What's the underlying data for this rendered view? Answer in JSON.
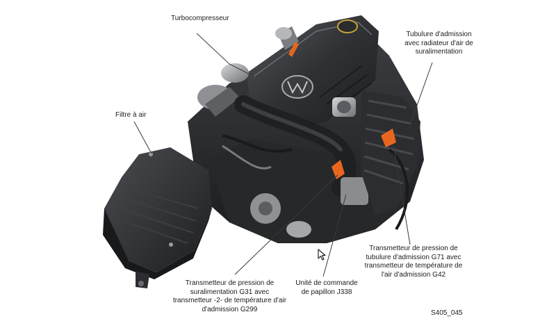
{
  "labels": {
    "turbo": [
      "Turbocompresseur"
    ],
    "filter": [
      "Filtre à air"
    ],
    "intake": [
      "Tubulure d'admission",
      "avec radiateur d'air de",
      "suralimentation"
    ],
    "sensor_g71": [
      "Transmetteur de pression de",
      "tubulure d'admission G71 avec",
      "transmetteur de température de",
      "l'air d'admission G42"
    ],
    "throttle": [
      "Unité de commande",
      "de papillon J338"
    ],
    "sensor_g31": [
      "Transmetteur de pression de",
      "suralimentation G31 avec",
      "transmetteur -2- de température d'air",
      "d'admission G299"
    ]
  },
  "figure_ref": "S405_045",
  "colors": {
    "engine_dark": "#2b2c2e",
    "engine_mid": "#4a4c50",
    "metal": "#9a9ca0",
    "sensor_orange": "#e8661e",
    "leader_line": "#3a3a3a"
  }
}
